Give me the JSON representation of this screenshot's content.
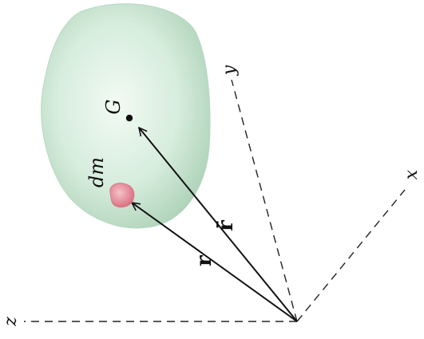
{
  "labels": {
    "G": "G",
    "dm": "dm",
    "r": "r",
    "rbar": "r̄",
    "x": "x",
    "y": "y",
    "z": "z"
  },
  "colors": {
    "body_fill": "#cfe8d6",
    "body_edge": "#a9cdb5",
    "element_fill": "#e58f9b",
    "line": "#111111"
  }
}
